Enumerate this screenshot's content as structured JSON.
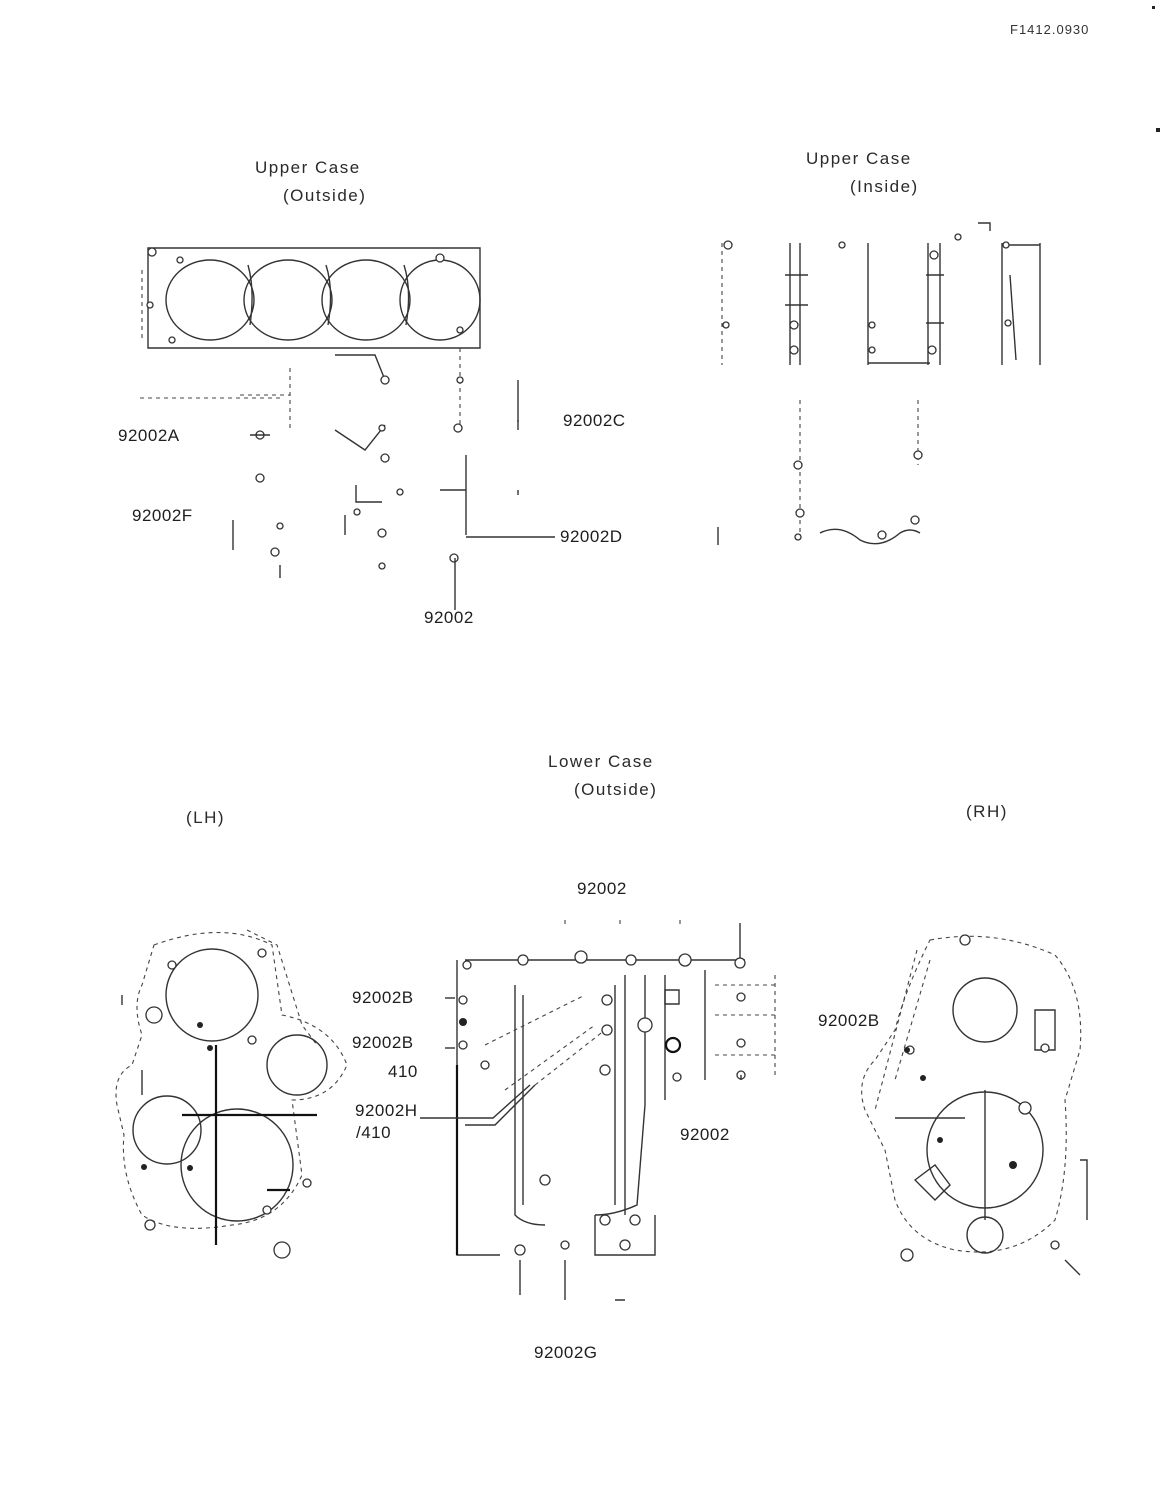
{
  "document": {
    "id": "F1412.0930"
  },
  "sections": {
    "upper_outside": {
      "line1": "Upper Case",
      "line2": "(Outside)"
    },
    "upper_inside": {
      "line1": "Upper Case",
      "line2": "(Inside)"
    },
    "lower_outside": {
      "line1": "Lower Case",
      "line2": "(Outside)"
    },
    "side_left": "(LH)",
    "side_right": "(RH)"
  },
  "callouts": {
    "upper": {
      "a": "92002A",
      "c": "92002C",
      "f": "92002F",
      "d": "92002D",
      "base": "92002"
    },
    "lower": {
      "top": "92002",
      "b1": "92002B",
      "b2": "92002B",
      "n410": "410",
      "h": "92002H",
      "h410": "/410",
      "right_b": "92002B",
      "mid": "92002",
      "g": "92002G"
    }
  }
}
